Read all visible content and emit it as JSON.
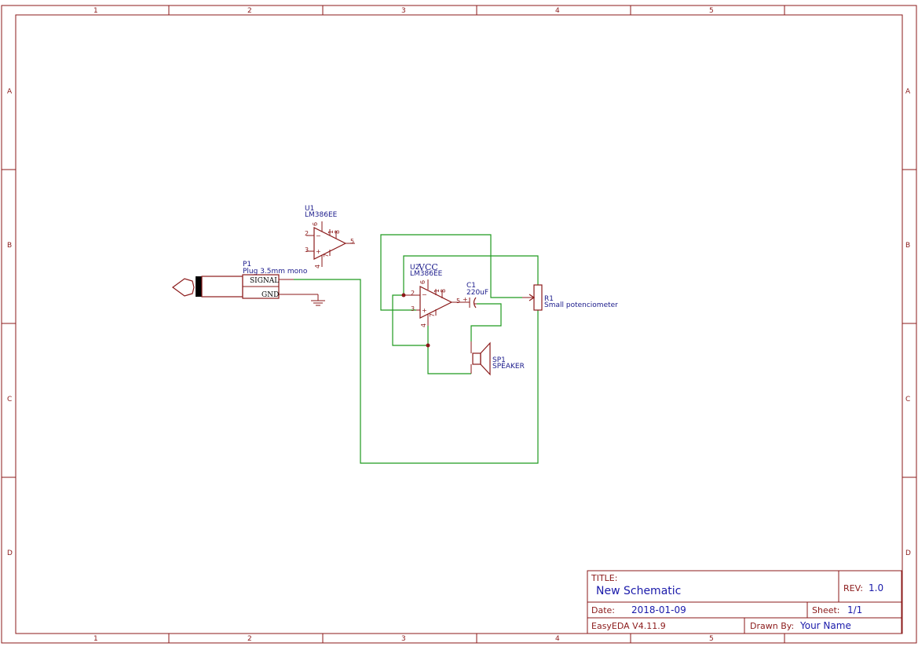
{
  "grid": {
    "columns": [
      "1",
      "2",
      "3",
      "4",
      "5"
    ],
    "rows": [
      "A",
      "B",
      "C",
      "D"
    ]
  },
  "components": {
    "u1": {
      "ref": "U1",
      "value": "LM386EE",
      "pins": {
        "p2": "2",
        "p3": "3",
        "p4": "4",
        "p5": "5",
        "p6": "6",
        "p7": "7",
        "p8": "8",
        "p1": "1",
        "minus": "−",
        "plus": "+"
      }
    },
    "u2": {
      "ref": "U2",
      "value": "LM386EE",
      "net_label": "VCC",
      "pins": {
        "p2": "2",
        "p3": "3",
        "p4": "4",
        "p5": "5",
        "p6": "6",
        "p7": "7",
        "p8": "8",
        "p1": "1",
        "minus": "−",
        "plus": "+"
      }
    },
    "p1": {
      "ref": "P1",
      "value": "Plug 3.5mm mono",
      "signal": "SIGNAL",
      "gnd": "GND"
    },
    "c1": {
      "ref": "C1",
      "value": "220uF",
      "polarity": "+"
    },
    "r1": {
      "ref": "R1",
      "value": "Small potenciometer"
    },
    "sp1": {
      "ref": "SP1",
      "value": "SPEAKER"
    }
  },
  "title_block": {
    "title_label": "TITLE:",
    "title": "New Schematic",
    "rev_label": "REV:",
    "rev": "1.0",
    "date_label": "Date:",
    "date": "2018-01-09",
    "sheet_label": "Sheet:",
    "sheet": "1/1",
    "software": "EasyEDA V4.11.9",
    "drawn_label": "Drawn By:",
    "drawn_by": "Your Name"
  },
  "colors": {
    "frame": "#8b1a1a",
    "wire": "#1f9a1f",
    "ref_text": "#1a1a8b",
    "title_text": "#1a1aaa"
  }
}
